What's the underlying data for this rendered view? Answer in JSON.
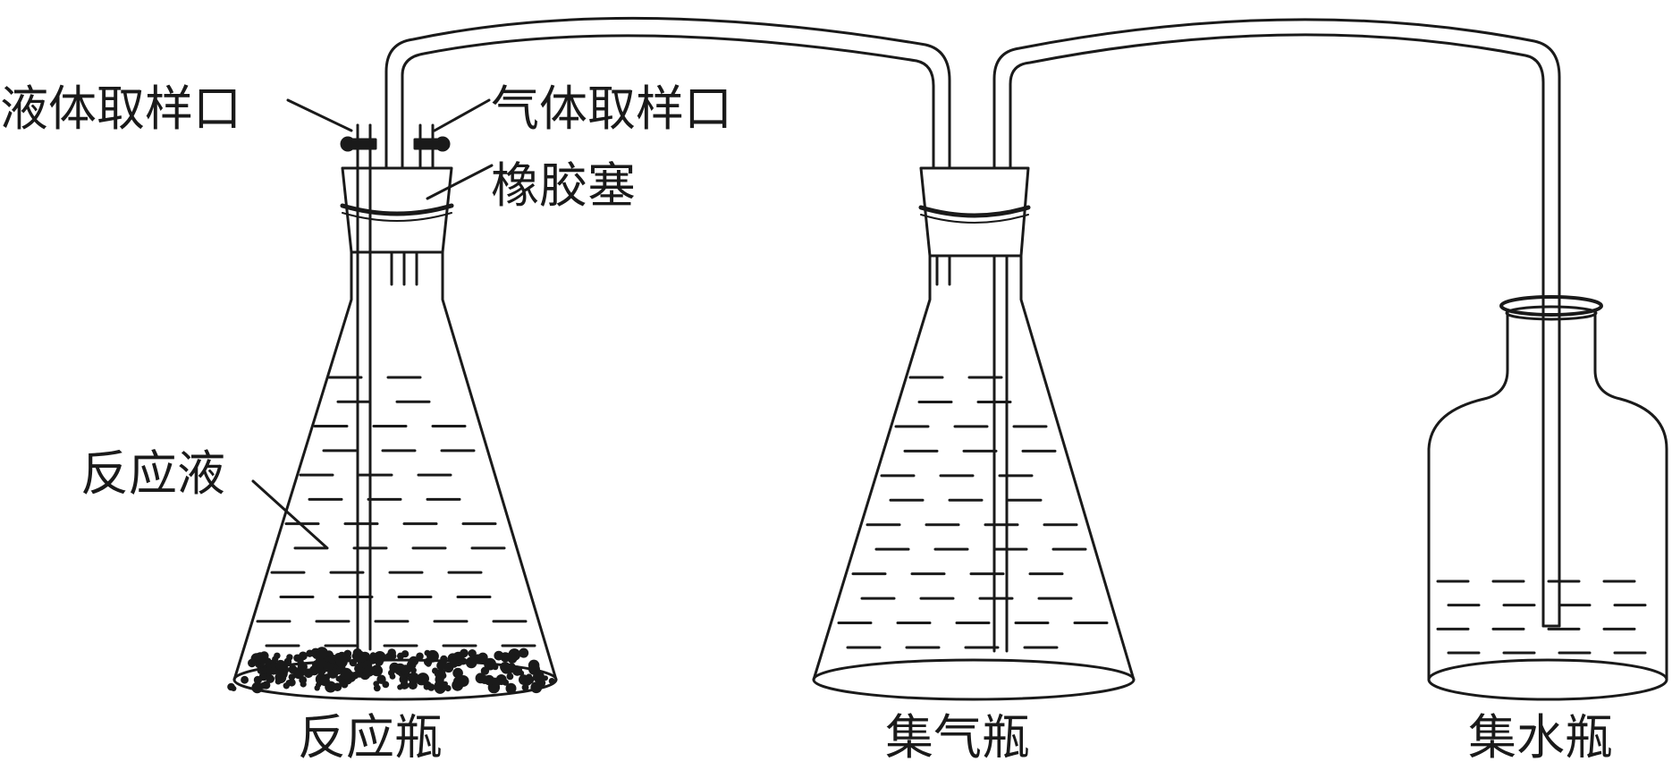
{
  "labels": {
    "liquid_sampling_port": "液体取样口",
    "gas_sampling_port": "气体取样口",
    "rubber_stopper": "橡胶塞",
    "reaction_liquid": "反应液",
    "reaction_flask": "反应瓶",
    "gas_collection_flask": "集气瓶",
    "water_collection_bottle": "集水瓶"
  },
  "colors": {
    "ink": "#1a1a1a",
    "background": "#ffffff"
  }
}
